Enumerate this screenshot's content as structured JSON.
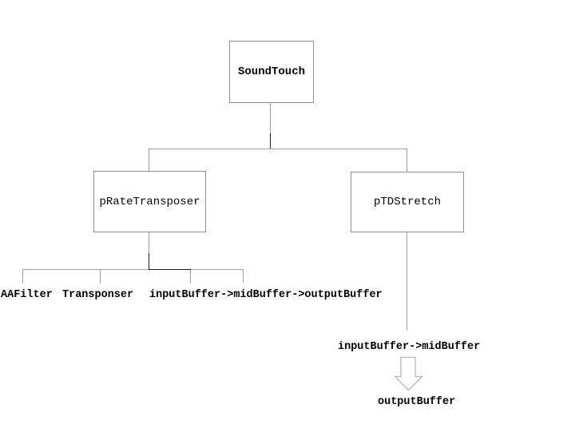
{
  "nodes": {
    "root": "SoundTouch",
    "left": "pRateTransposer",
    "right": "pTDStretch"
  },
  "left_leaves": [
    "AAFilter",
    "Transponser",
    "inputBuffer->midBuffer->outputBuffer"
  ],
  "right_flow": [
    "inputBuffer->midBuffer",
    "outputBuffer"
  ],
  "icons": {
    "down_arrow": "down-arrow-icon"
  },
  "colors": {
    "background": "#ffffff",
    "box_border": "#8e8e8e",
    "connector_gray": "#9e9e9e",
    "connector_black": "#1a1a1a",
    "arrow_outline": "#b5b5b5",
    "text": "#000000"
  }
}
